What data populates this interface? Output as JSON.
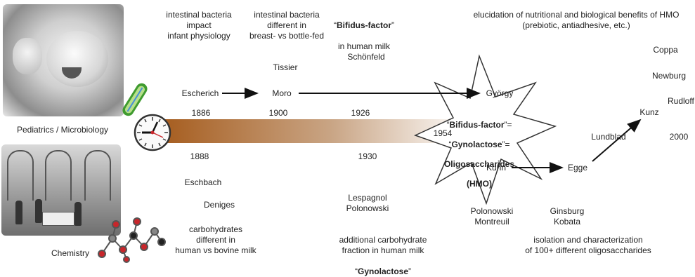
{
  "left_labels": {
    "pediatrics": "Pediatrics / Microbiology",
    "chemistry": "Chemistry"
  },
  "top_notes": {
    "escherich_note": "intestinal bacteria\nimpact\ninfant physiology",
    "tissier_note": "intestinal bacteria\ndifferent in\nbreast- vs bottle-fed",
    "bifidus_quote_open": "“",
    "bifidus_bold": "Bifidus-factor",
    "bifidus_quote_close": "”",
    "bifidus_tail": "in human milk",
    "hmo_note": "elucidation of nutritional and biological benefits of HMO\n(prebiotic, antiadhesive, etc.)"
  },
  "names_top": {
    "schonfeld": "Schönfeld",
    "tissier": "Tissier",
    "escherich": "Escherich",
    "moro": "Moro",
    "gyorgy": "György",
    "coppa": "Coppa",
    "newburg": "Newburg",
    "rudloff": "Rudloff",
    "kunz": "Kunz",
    "lundblad": "Lundblad"
  },
  "years": {
    "y1886": "1886",
    "y1900": "1900",
    "y1926": "1926",
    "y1954": "1954",
    "y1888": "1888",
    "y1930": "1930",
    "y2000": "2000"
  },
  "star_text": {
    "q1_open": "“",
    "q1_bold": "Bifidus-factor",
    "q1_close": "”=",
    "q2_open": "“",
    "q2_bold": "Gynolactose",
    "q2_close": "”=",
    "l3": "Oligosaccharides",
    "l4": "(HMO)"
  },
  "names_bottom": {
    "kuhn": "Kuhn",
    "egge": "Egge",
    "eschbach": "Eschbach",
    "deniges": "Deniges",
    "lespagnol": "Lespagnol\nPolonowski",
    "polonowski_montreuil": "Polonowski\nMontreuil",
    "ginsburg_kobata": "Ginsburg\nKobata"
  },
  "bottom_notes": {
    "carb_note": "carbohydrates\ndifferent in\nhuman vs bovine milk",
    "fraction_note": "additional carbohydrate\nfraction in human milk",
    "gyno_open": "“",
    "gyno_bold": "Gynolactose",
    "gyno_close": "”",
    "isolation_note": "isolation and characterization\nof 100+ different oligosaccharides"
  },
  "colors": {
    "bar_dark": "#a65d1f",
    "bar_light": "#ffffff",
    "bacterium_outer": "#3f9b2f",
    "bacterium_inner": "#b7e08a",
    "bacterium_stripe": "#4a8fd8",
    "molecule_red": "#c8262b",
    "molecule_gray": "#888888",
    "molecule_dark": "#222222"
  }
}
